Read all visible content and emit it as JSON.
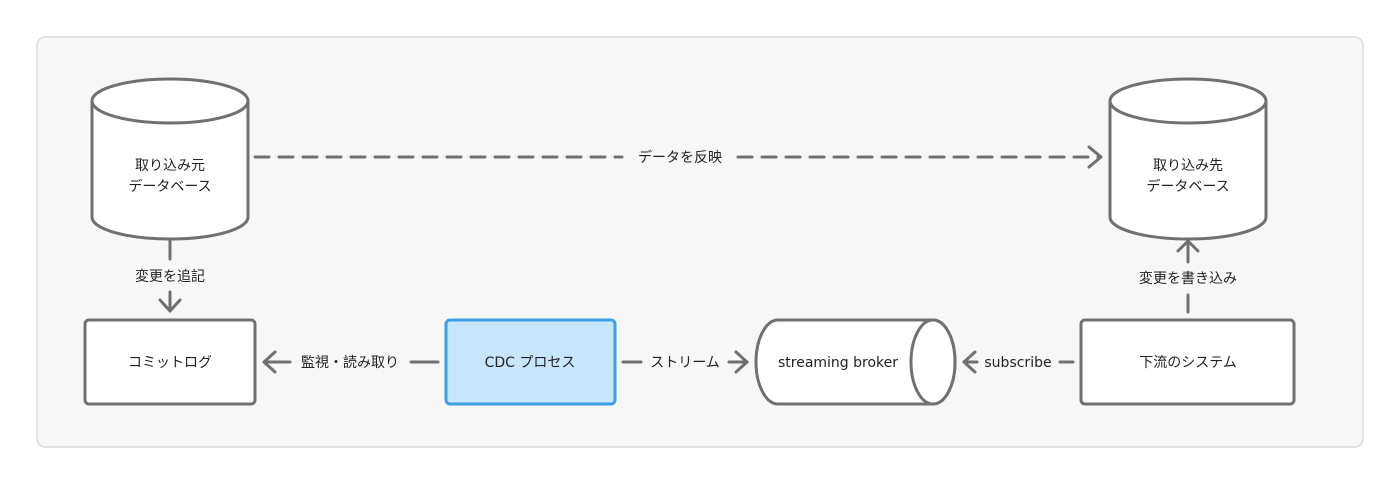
{
  "colors": {
    "panel_bg": "#f7f7f7",
    "panel_border": "#dcdcdc",
    "stroke": "#707070",
    "node_fill": "#ffffff",
    "highlight_fill": "#c7e5fb",
    "highlight_stroke": "#3aa0e6",
    "text": "#222222"
  },
  "nodes": {
    "source_db": {
      "line1": "取り込み元",
      "line2": "データベース"
    },
    "target_db": {
      "line1": "取り込み先",
      "line2": "データベース"
    },
    "commit_log": {
      "label": "コミットログ"
    },
    "cdc_process": {
      "label": "CDC プロセス"
    },
    "streaming_broker": {
      "label": "streaming broker"
    },
    "downstream_system": {
      "label": "下流のシステム"
    }
  },
  "edges": {
    "reflect": {
      "label": "データを反映"
    },
    "append_changes": {
      "label": "変更を追記"
    },
    "monitor_read": {
      "label": "監視・読み取り"
    },
    "stream": {
      "label": "ストリーム"
    },
    "subscribe": {
      "label": "subscribe"
    },
    "write_changes": {
      "label": "変更を書き込み"
    }
  }
}
